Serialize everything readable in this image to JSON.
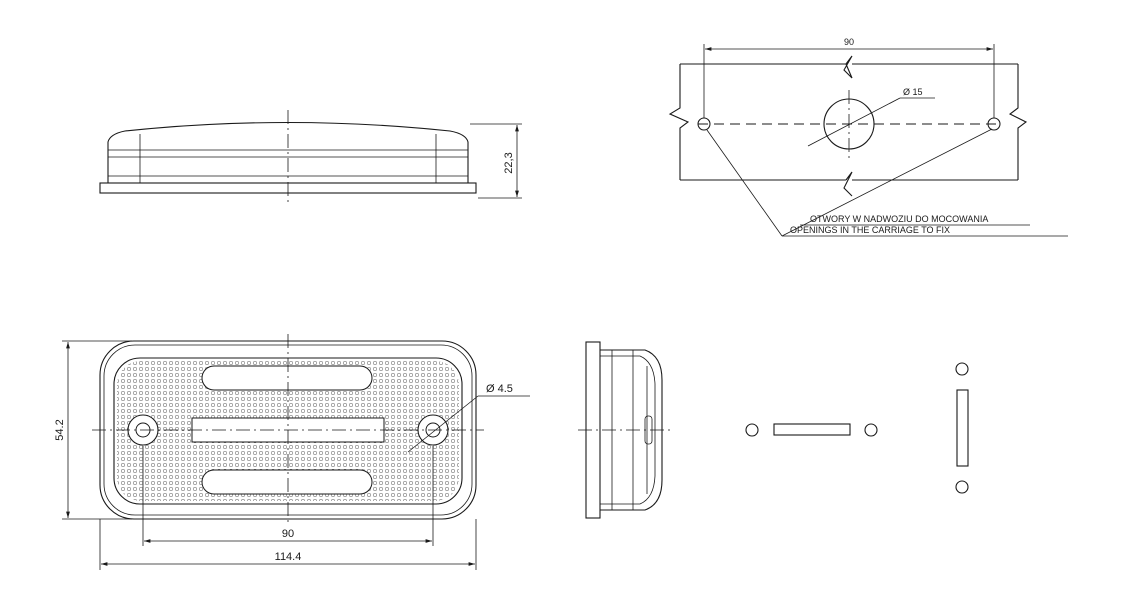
{
  "dimensions": {
    "height_side": "22,3",
    "hole_spacing_top": "90",
    "center_hole_diameter": "Ø 15",
    "hole_spacing_front": "90",
    "overall_width": "114.4",
    "overall_height": "54.2",
    "mount_hole_diameter": "Ø 4.5"
  },
  "notes": {
    "polish": "OTWORY W NADWOZIU DO MOCOWANIA",
    "english": "OPENINGS IN THE CARRIAGE TO FIX"
  }
}
